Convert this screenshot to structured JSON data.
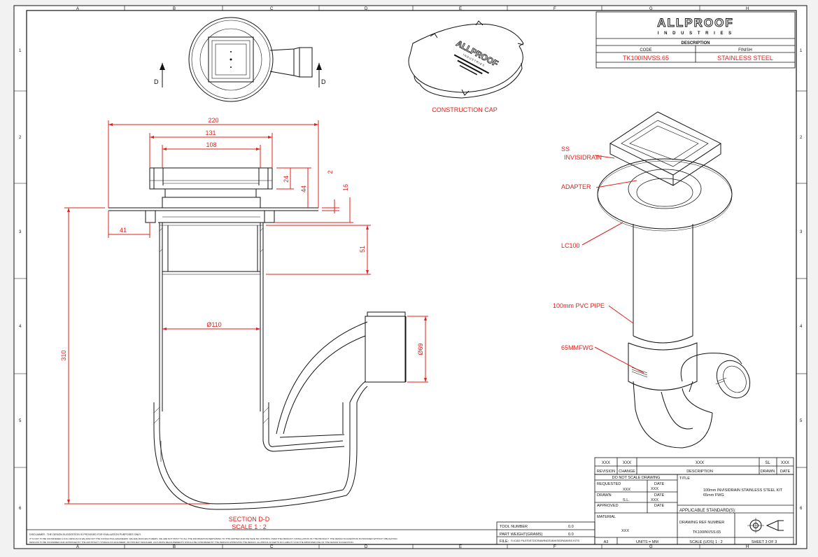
{
  "grid": {
    "columns": [
      "A",
      "B",
      "C",
      "D",
      "E",
      "F",
      "G",
      "H"
    ],
    "rows": [
      "1",
      "2",
      "3",
      "4",
      "5",
      "6"
    ]
  },
  "brand": {
    "name": "ALLPROOF",
    "sub": "I N D U S T R I E S"
  },
  "header": {
    "description_label": "DESCRIPTION",
    "code_label": "CODE",
    "finish_label": "FINISH",
    "code": "TK100INVSS.65",
    "finish": "STAINLESS STEEL"
  },
  "views": {
    "section_dd": "D",
    "construction_cap": "CONSTRUCTION CAP",
    "section_title": "SECTION D-D",
    "scale_title": "SCALE 1 : 2"
  },
  "dimensions": {
    "d220": "220",
    "d131": "131",
    "d108": "108",
    "d24": "24",
    "d44": "44",
    "d2": "2",
    "d16": "16",
    "d41": "41",
    "d51": "51",
    "d110": "Ø110",
    "d310": "310",
    "d69": "Ø69"
  },
  "callouts": {
    "ss_invisidrain": [
      "SS",
      "INVISIDRAIN"
    ],
    "adapter": "ADAPTER",
    "lc100": "LC100",
    "pvc_pipe": "100mm PVC PIPE",
    "fwg": "65MMFWG"
  },
  "revision": {
    "revision": "XXX",
    "change": "XXX",
    "description": "XXX",
    "drawn": "SL",
    "date": "XXX",
    "h_revision": "REVISION",
    "h_change": "CHANGE",
    "h_description": "DESCRIPTION",
    "h_drawn": "DRAWN",
    "h_date": "DATE"
  },
  "titleblock": {
    "do_not_scale": "DO NOT SCALE DRAWING",
    "requested_label": "REQUESTED",
    "requested": "XXX",
    "date_label": "DATE",
    "requested_date": "XXX",
    "drawn_label": "DRAWN",
    "drawn": "S.L.",
    "drawn_date": "XXX",
    "approved_label": "APPROVED",
    "title_label": "TITLE",
    "title_line1": "100mm INVISIDRAIN STAINLESS STEEL KIT",
    "title_line2": "65mm FWG",
    "standards_label": "APPLICABLE STANDARD(S):",
    "material_label": "MATERIAL",
    "material": "XXX",
    "drawing_ref_label": "DRAWING REF NUMBER",
    "drawing_ref": "TK100INVSS.65",
    "size": "A3",
    "units": "UNITS = MM",
    "scale": "SCALE (UOS)   1 : 2",
    "sheet": "SHEET 3 OF 3"
  },
  "tool": {
    "tool_number_label": "TOOL NUMBER",
    "tool_number": "0.0",
    "part_weight_label": "PART WEIGHT(GRAMS)",
    "part_weight": "0.0",
    "file_label": "FILE:",
    "file": "S:\\CAD FILES\\STDCRAWINGS\\INVISIDRAIN\\SS KITS"
  },
  "disclaimer": {
    "line1": "DISCLAIMER : THE DESIGN SUGGESTION IS PROVIDED FOR EVALUATION PURPOSES ONLY.",
    "line2": "IT IS NOT TO BE CONSIDERED A FULL DESIGN AS WE ARE NOT THE CONSULTING ENGINEERS. WE ARE MANUFACTURERS. WE ARE NOT PRIVY TO ALL THE INFORMATION PERTAINING TO THIS MATTER AND WE HAVE NO CONTROL OVER THE PRODUCT, INSTALLATION OF THE PRODUCT. THE DESIGN SUGGESTION IS PROVIDED WITHOUT OBLIGATION.",
    "line3": "DESIGNS TO BE CONFIRMED AND APPROVED BY THE ARCHITECT, HYDRAULICS ENGINEER, OR PROJECT MANAGER. ACCURATE MEASUREMENTS SHOULD BE CONFIRMED BY THE PERSON APPROVING THE DESIGN. ALLPROOF ACCEPTS NO LIABILITY FOR THE IMPROPER USE OF THE DESIGN SUGGESTION."
  },
  "colors": {
    "annotation": "#e0201b",
    "line": "#111111",
    "paper": "#ffffff"
  }
}
